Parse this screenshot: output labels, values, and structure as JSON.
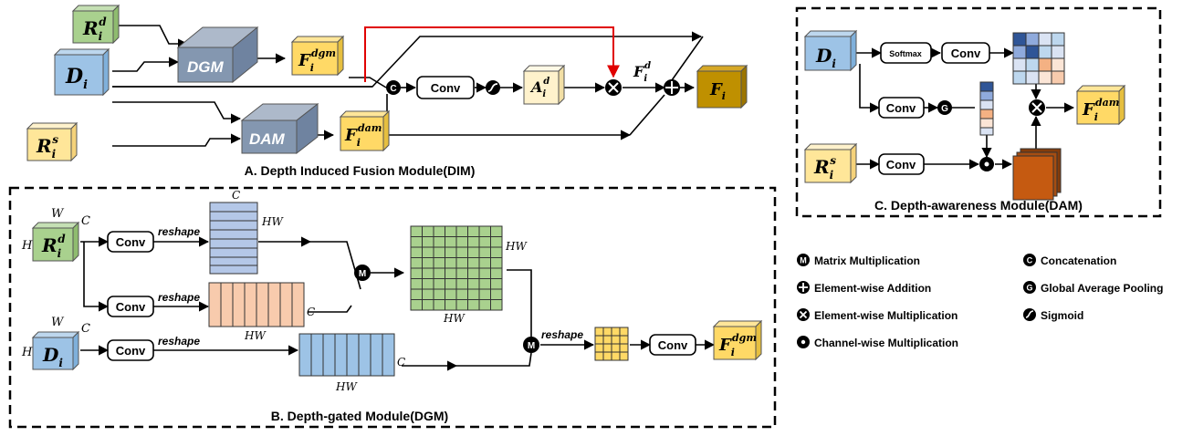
{
  "sections": {
    "dim": {
      "title": "A. Depth Induced Fusion Module(DIM)"
    },
    "dgm": {
      "title": "B. Depth-gated Module(DGM)"
    },
    "dam": {
      "title": "C. Depth-awareness Module(DAM)"
    }
  },
  "tensors": {
    "rd": {
      "base": "R",
      "sub": "i",
      "sup": "d"
    },
    "d": {
      "base": "D",
      "sub": "i"
    },
    "rs": {
      "base": "R",
      "sub": "i",
      "sup": "s"
    },
    "fdgm": {
      "base": "F",
      "sub": "i",
      "sup": "dgm"
    },
    "fdam": {
      "base": "F",
      "sub": "i",
      "sup": "dam"
    },
    "fi": {
      "base": "F",
      "sub": "i"
    },
    "ad": {
      "base": "A",
      "sub": "i",
      "sup": "d"
    },
    "fd": {
      "base": "F",
      "sub": "i",
      "sup": "d"
    }
  },
  "blocks": {
    "dgm": "DGM",
    "dam": "DAM",
    "conv": "Conv",
    "softmax": "Softmax"
  },
  "dims": {
    "w": "W",
    "h": "H",
    "c": "C",
    "hw": "HW"
  },
  "ops": {
    "reshape": "reshape",
    "m": "M",
    "c": "C",
    "g": "G"
  },
  "legend": [
    {
      "symbol": "matrix",
      "label": "Matrix Multiplication"
    },
    {
      "symbol": "add",
      "label": "Element-wise Addition"
    },
    {
      "symbol": "mul",
      "label": "Element-wise Multiplication"
    },
    {
      "symbol": "chan",
      "label": "Channel-wise Multiplication"
    },
    {
      "symbol": "concat",
      "label": "Concatenation"
    },
    {
      "symbol": "gap",
      "label": "Global Average Pooling"
    },
    {
      "symbol": "sigmoid",
      "label": "Sigmoid"
    }
  ],
  "colors": {
    "green": "#a9d18e",
    "blue": "#9dc3e6",
    "yellow": "#ffe699",
    "gold": "#ffd966",
    "peach": "#f8cbad",
    "lightblue": "#b4c7e7",
    "brown": "#bf9000",
    "orange": "#c55a11",
    "gray": "#8497b0",
    "red": "#e00000"
  }
}
